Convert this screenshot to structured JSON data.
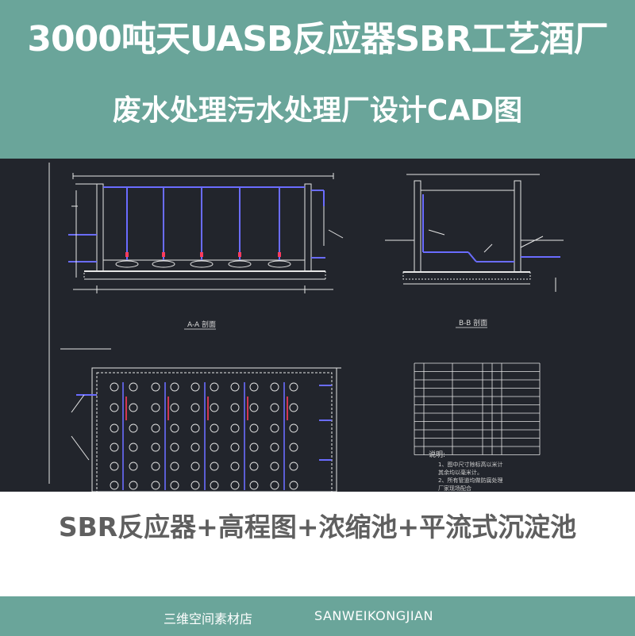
{
  "header": {
    "title_line1": "3000吨天UASB反应器SBR工艺酒厂",
    "title_line2": "废水处理污水处理厂设计CAD图"
  },
  "drawing": {
    "section_a_label": "A-A 剖面",
    "section_b_label": "B-B 剖面",
    "notes_title": "说明:",
    "notes_lines": [
      "1、图中尺寸除标高以米计",
      "   其余均以毫米计。",
      "2、所有管道均做防腐处理",
      "   厂家现场配合"
    ],
    "colors": {
      "background": "#22252c",
      "line": "#e6e6e6",
      "pipe": "#6a6cff",
      "accent": "#ff3b5c"
    }
  },
  "subtitle": "SBR反应器+高程图+浓缩池+平流式沉淀池",
  "footer": {
    "shop_name": "三维空间素材店",
    "shop_pinyin": "SANWEIKONGJIAN"
  }
}
